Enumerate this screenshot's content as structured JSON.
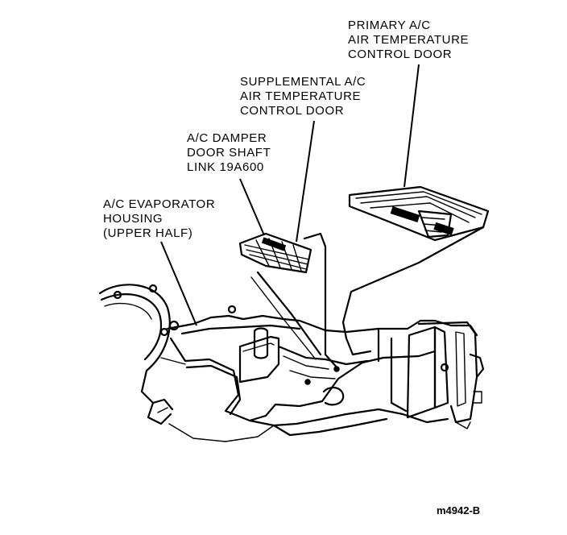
{
  "labels": {
    "primary_door": [
      "PRIMARY A/C",
      "AIR TEMPERATURE",
      "CONTROL DOOR"
    ],
    "supplemental_door": [
      "SUPPLEMENTAL A/C",
      "AIR TEMPERATURE",
      "CONTROL DOOR"
    ],
    "damper_link": [
      "A/C DAMPER",
      "DOOR SHAFT",
      "LINK 19A600"
    ],
    "evaporator_housing": [
      "A/C EVAPORATOR",
      "HOUSING",
      "(UPPER HALF)"
    ]
  },
  "figure_id": "m4942-B"
}
